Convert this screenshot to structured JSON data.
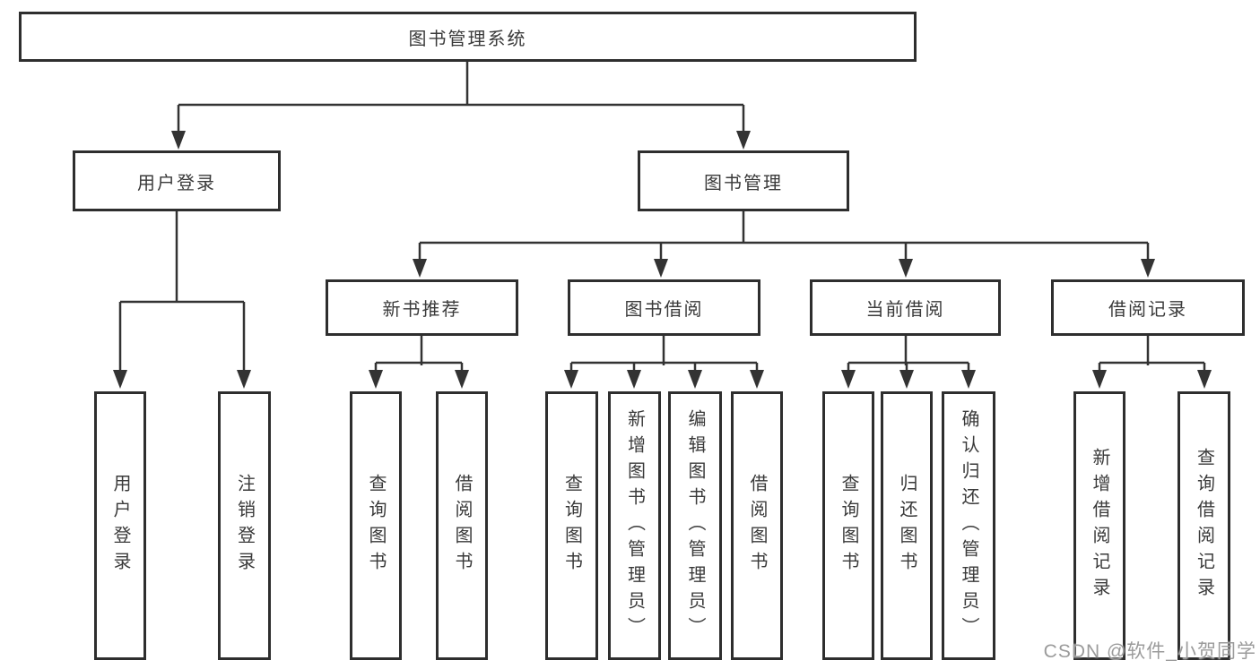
{
  "nodes": {
    "root": "图书管理系统",
    "level2": {
      "user_login": "用户登录",
      "book_management": "图书管理"
    },
    "level3": {
      "new_book_recommend": "新书推荐",
      "book_borrowing": "图书借阅",
      "current_borrowing": "当前借阅",
      "borrowing_records": "借阅记录"
    },
    "leaves": {
      "user_login": [
        "用户登录",
        "注销登录"
      ],
      "new_book_recommend": [
        "查询图书",
        "借阅图书"
      ],
      "book_borrowing": [
        "查询图书",
        "新增图书（管理员）",
        "编辑图书（管理员）",
        "借阅图书"
      ],
      "current_borrowing": [
        "查询图书",
        "归还图书",
        "确认归还（管理员）"
      ],
      "borrowing_records": [
        "新增借阅记录",
        "查询借阅记录"
      ]
    }
  },
  "watermark": "CSDN @软件_小贺同学",
  "colors": {
    "line": "#333333",
    "border": "#2e2e2e",
    "text": "#3a3a3a",
    "background": "#ffffff",
    "watermark": "#9b9b9b"
  }
}
